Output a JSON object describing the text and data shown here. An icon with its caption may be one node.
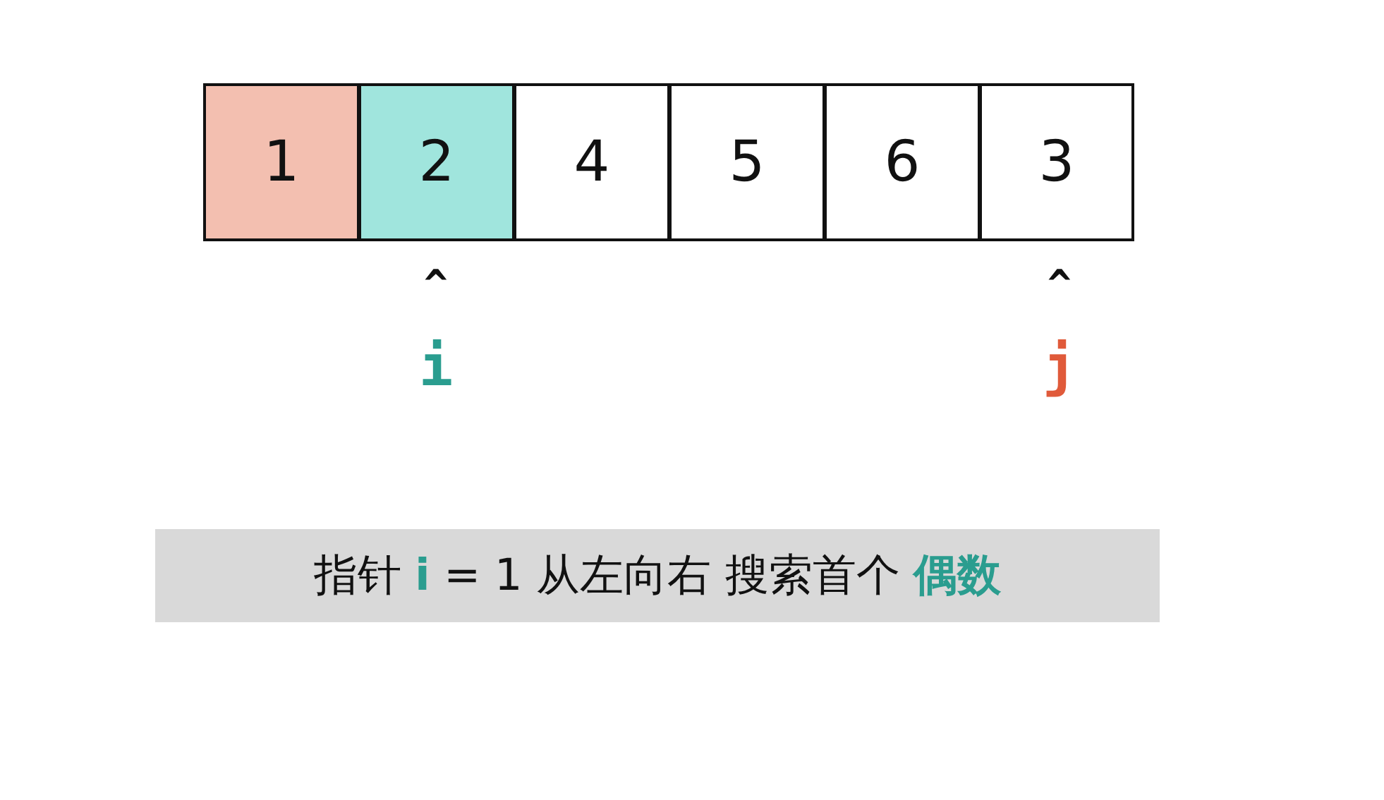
{
  "diagram": {
    "nodes": [
      {
        "text": [
          "1"
        ]
      },
      {
        "text": [
          "2"
        ]
      },
      {
        "text": [
          "4"
        ]
      },
      {
        "text": [
          "5"
        ]
      },
      {
        "text": [
          "6"
        ]
      },
      {
        "text": [
          "3"
        ]
      },
      {
        "text": [
          "指针 **i** = 1 从左向右 搜索首个 **偶数**"
        ]
      }
    ],
    "edges": [],
    "labels": [
      "^",
      "^",
      "i",
      "j"
    ]
  }
}
